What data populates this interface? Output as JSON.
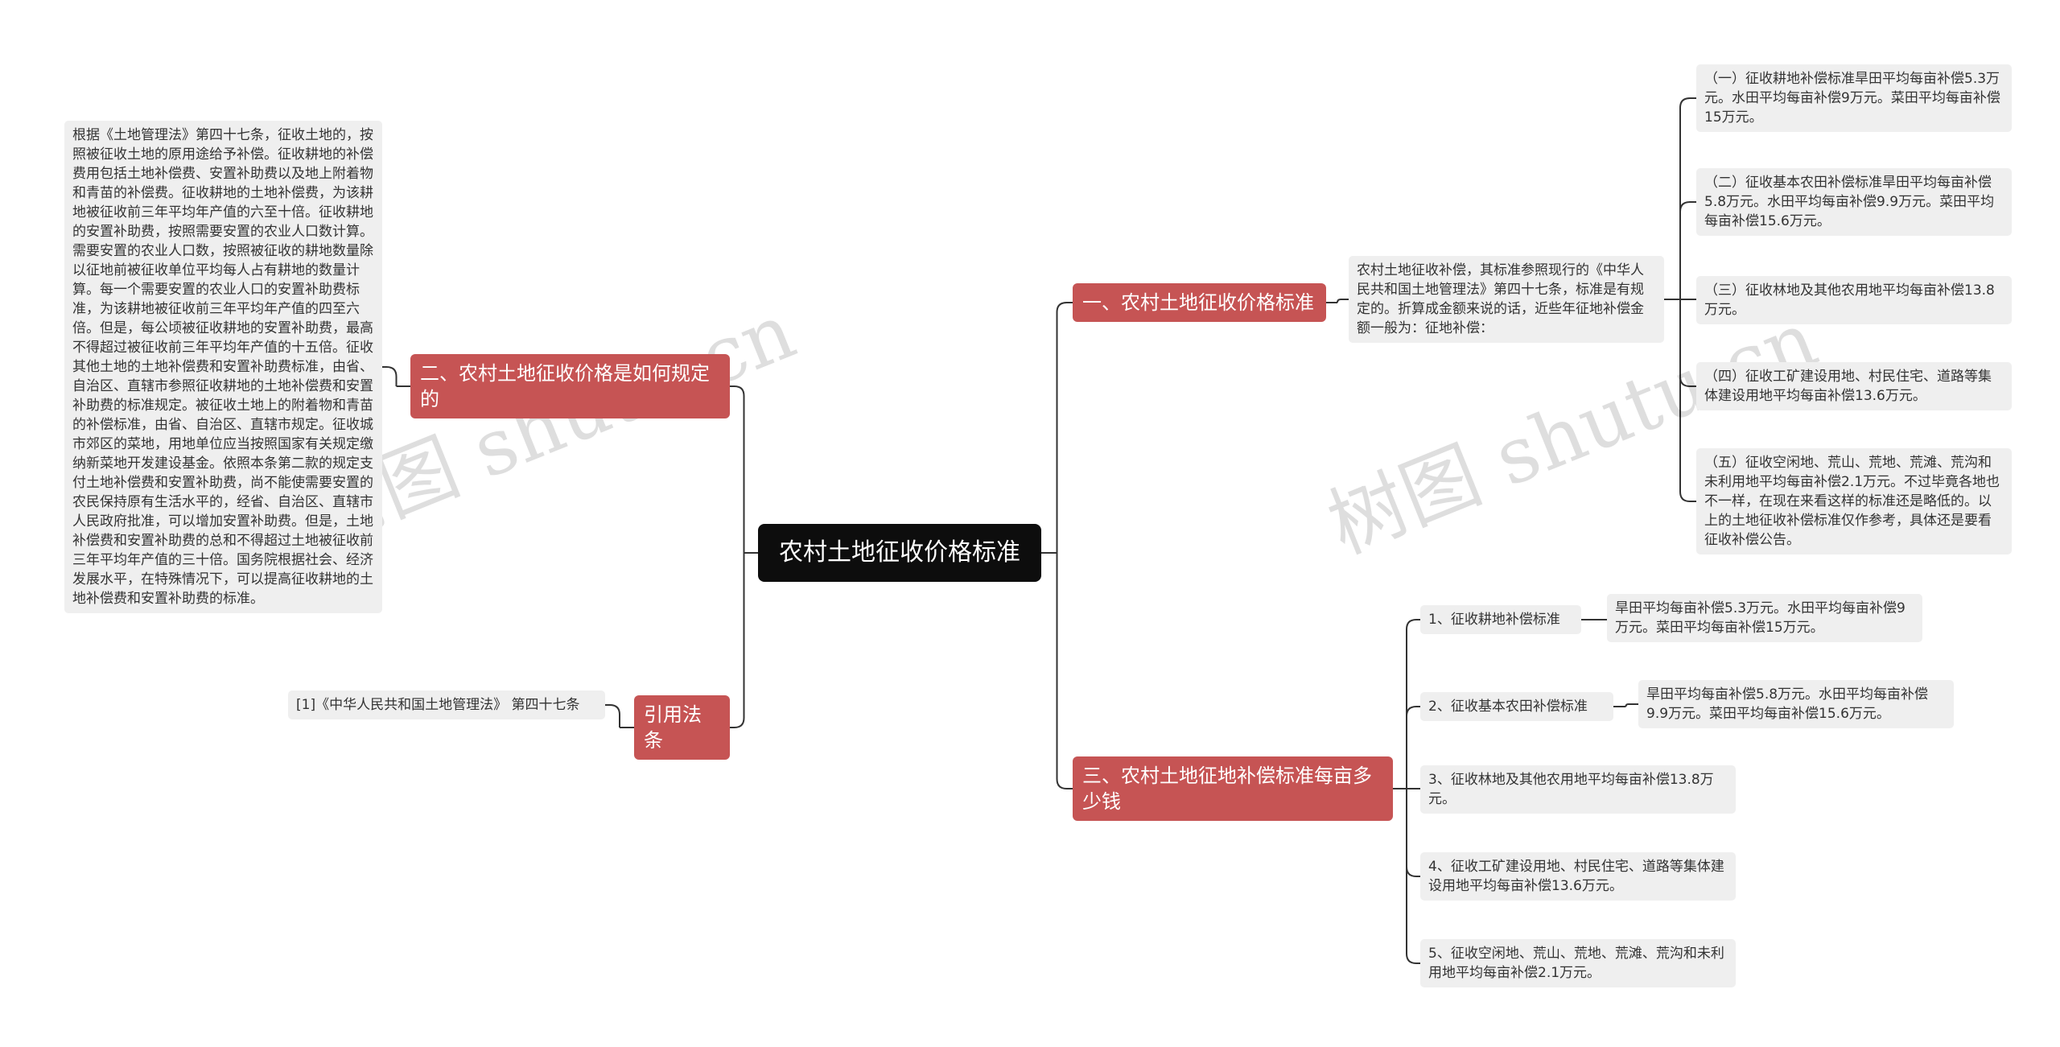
{
  "root": {
    "label": "农村土地征收价格标准"
  },
  "branches": {
    "b1": {
      "label": "一、农村土地征收价格标准"
    },
    "b2": {
      "label": "二、农村土地征收价格是如何规定的"
    },
    "b3": {
      "label": "三、农村土地征地补偿标准每亩多少钱"
    },
    "b4": {
      "label": "引用法条"
    }
  },
  "b1_intro": "农村土地征收补偿，其标准参照现行的《中华人民共和国土地管理法》第四十七条，标准是有规定的。折算成金额来说的话，近些年征地补偿金额一般为：征地补偿：",
  "b1_items": [
    "（一）征收耕地补偿标准旱田平均每亩补偿5.3万元。水田平均每亩补偿9万元。菜田平均每亩补偿15万元。",
    "（二）征收基本农田补偿标准旱田平均每亩补偿5.8万元。水田平均每亩补偿9.9万元。菜田平均每亩补偿15.6万元。",
    "（三）征收林地及其他农用地平均每亩补偿13.8万元。",
    "（四）征收工矿建设用地、村民住宅、道路等集体建设用地平均每亩补偿13.6万元。",
    "（五）征收空闲地、荒山、荒地、荒滩、荒沟和未利用地平均每亩补偿2.1万元。不过毕竟各地也不一样，在现在来看这样的标准还是略低的。以上的土地征收补偿标准仅作参考，具体还是要看征收补偿公告。"
  ],
  "b2_text": "根据《土地管理法》第四十七条，征收土地的，按照被征收土地的原用途给予补偿。征收耕地的补偿费用包括土地补偿费、安置补助费以及地上附着物和青苗的补偿费。征收耕地的土地补偿费，为该耕地被征收前三年平均年产值的六至十倍。征收耕地的安置补助费，按照需要安置的农业人口数计算。需要安置的农业人口数，按照被征收的耕地数量除以征地前被征收单位平均每人占有耕地的数量计算。每一个需要安置的农业人口的安置补助费标准，为该耕地被征收前三年平均年产值的四至六倍。但是，每公顷被征收耕地的安置补助费，最高不得超过被征收前三年平均年产值的十五倍。征收其他土地的土地补偿费和安置补助费标准，由省、自治区、直辖市参照征收耕地的土地补偿费和安置补助费的标准规定。被征收土地上的附着物和青苗的补偿标准，由省、自治区、直辖市规定。征收城市郊区的菜地，用地单位应当按照国家有关规定缴纳新菜地开发建设基金。依照本条第二款的规定支付土地补偿费和安置补助费，尚不能使需要安置的农民保持原有生活水平的，经省、自治区、直辖市人民政府批准，可以增加安置补助费。但是，土地补偿费和安置补助费的总和不得超过土地被征收前三年平均年产值的三十倍。国务院根据社会、经济发展水平，在特殊情况下，可以提高征收耕地的土地补偿费和安置补助费的标准。",
  "b3_items": [
    {
      "label": "1、征收耕地补偿标准",
      "detail": "旱田平均每亩补偿5.3万元。水田平均每亩补偿9万元。菜田平均每亩补偿15万元。"
    },
    {
      "label": "2、征收基本农田补偿标准",
      "detail": "旱田平均每亩补偿5.8万元。水田平均每亩补偿9.9万元。菜田平均每亩补偿15.6万元。"
    },
    {
      "label": "3、征收林地及其他农用地平均每亩补偿13.8万元。"
    },
    {
      "label": "4、征收工矿建设用地、村民住宅、道路等集体建设用地平均每亩补偿13.6万元。"
    },
    {
      "label": "5、征收空闲地、荒山、荒地、荒滩、荒沟和未利用地平均每亩补偿2.1万元。"
    }
  ],
  "b4_text": "[1]《中华人民共和国土地管理法》 第四十七条",
  "watermarks": [
    "树图 shutu.cn",
    "树图 shutu.cn"
  ],
  "colors": {
    "root": "#0d0d0d",
    "branch": "#c65454",
    "leaf": "#efefef",
    "line": "#333333"
  }
}
